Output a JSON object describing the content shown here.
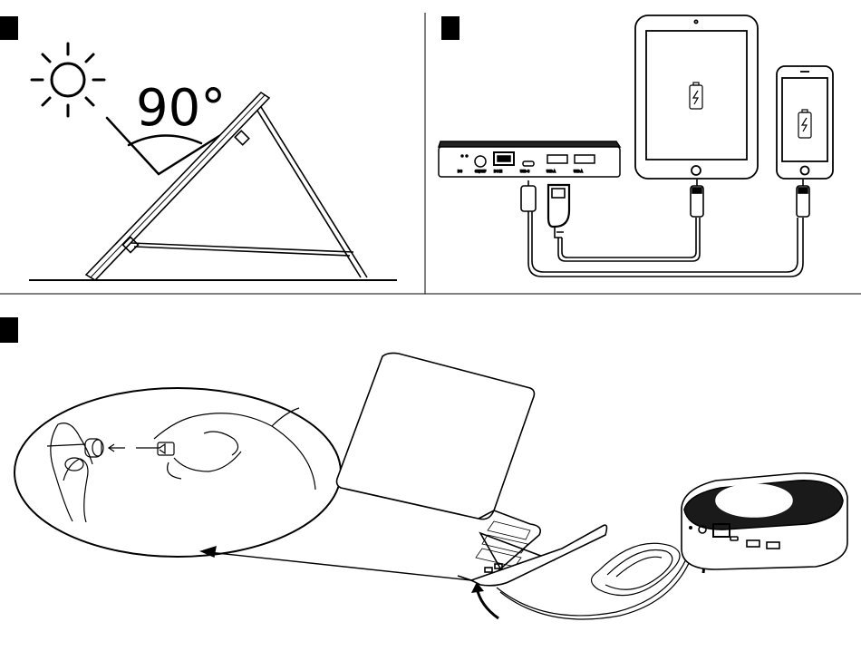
{
  "panels": [
    {
      "id": "panel-1",
      "step_marker": ""
    },
    {
      "id": "panel-2",
      "step_marker": ""
    },
    {
      "id": "panel-3",
      "step_marker": ""
    }
  ],
  "angle_label": "90°",
  "colors": {
    "ink": "#000000",
    "background": "#ffffff",
    "marker": "#000000"
  },
  "icons": [
    "sun-icon",
    "battery-charging-icon"
  ]
}
